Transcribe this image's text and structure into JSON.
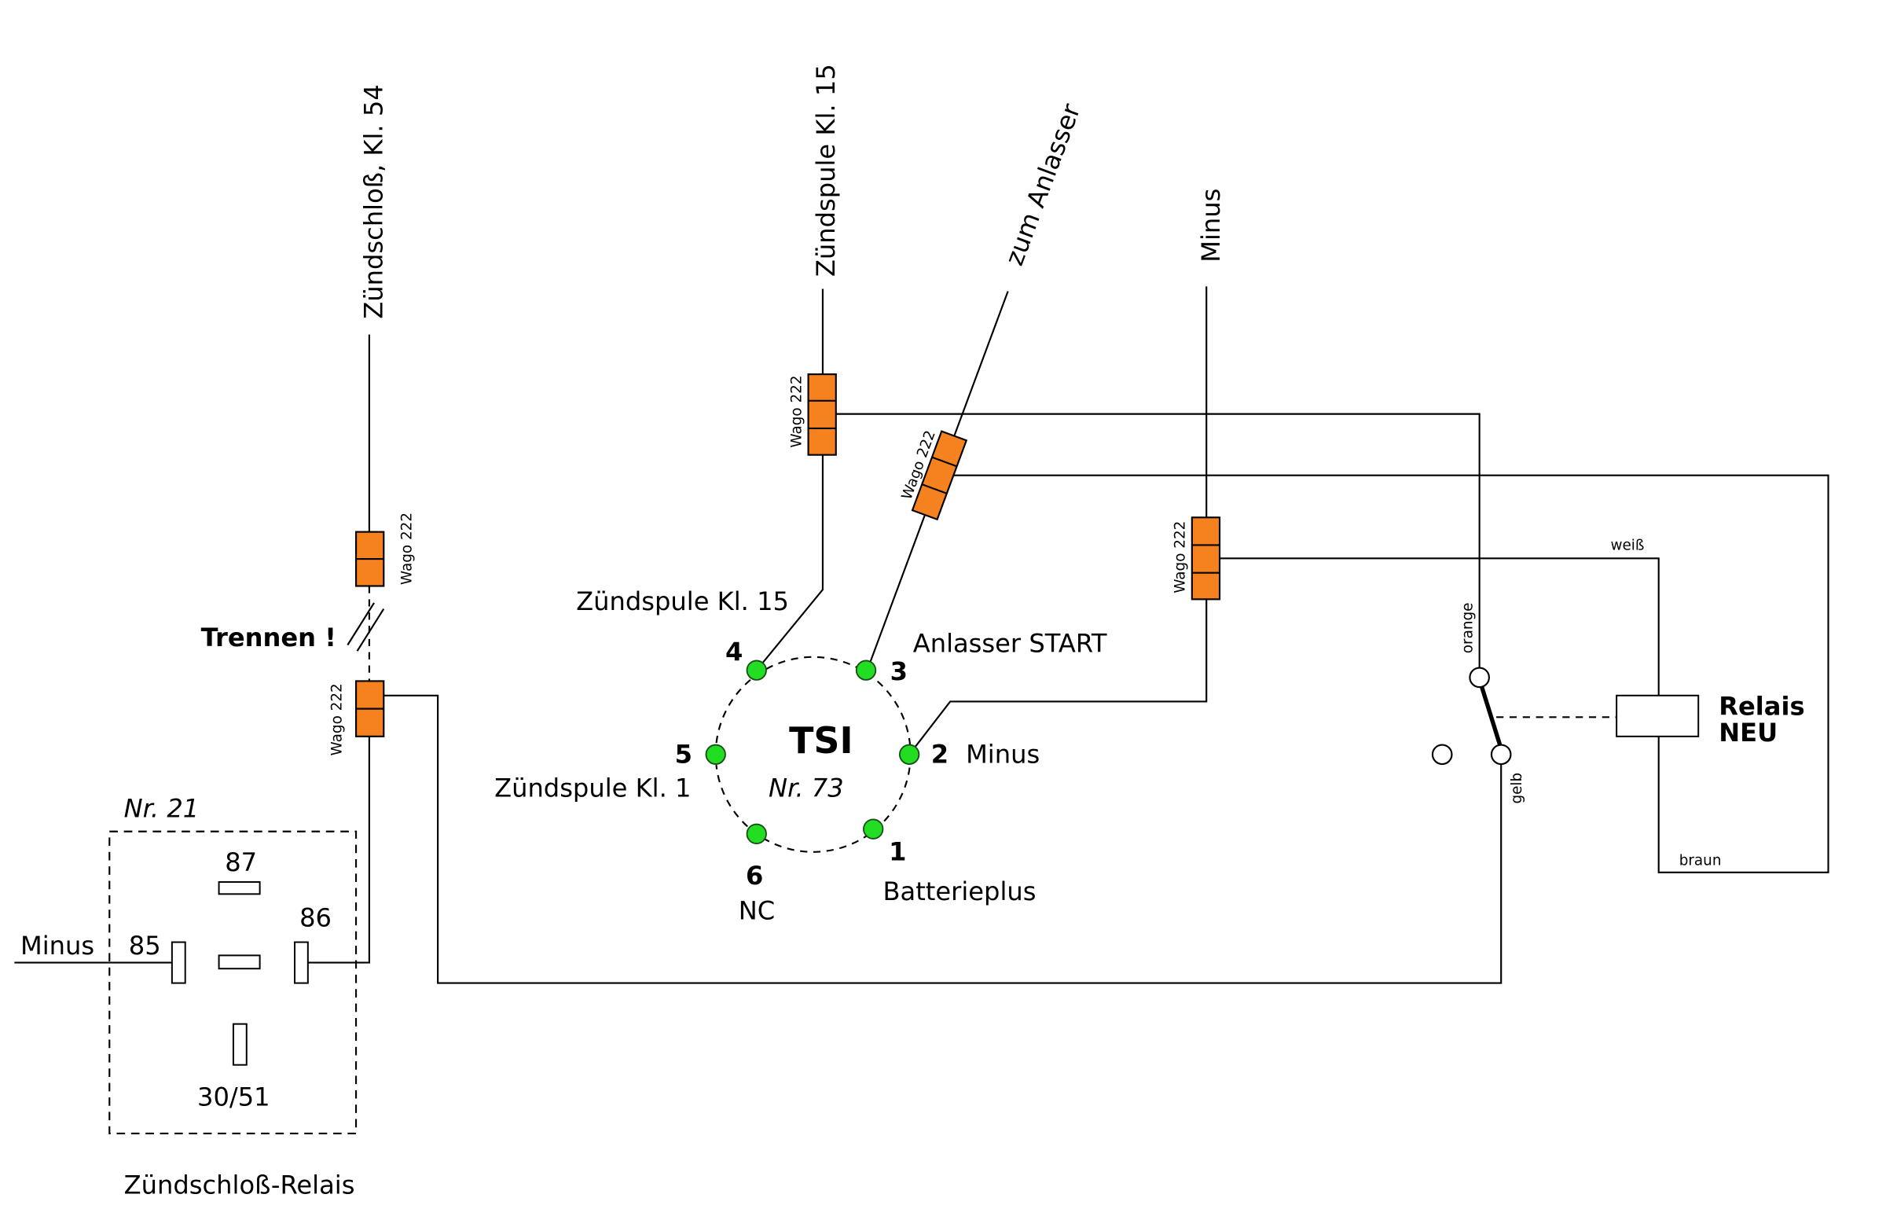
{
  "labels": {
    "ignition_switch_kl54": "Zündschloß, Kl. 54",
    "ignition_coil_kl15_top": "Zündspule Kl. 15",
    "to_starter": "zum Anlasser",
    "minus_top": "Minus",
    "separate": "Trennen !"
  },
  "connectors": [
    {
      "label": "Wago 222"
    },
    {
      "label": "Wago 222"
    },
    {
      "label": "Wago 222"
    },
    {
      "label": "Wago 222"
    },
    {
      "label": "Wago 222"
    }
  ],
  "tsi": {
    "name": "TSI",
    "number": "Nr. 73",
    "pins": [
      {
        "number": "1",
        "label": "Batterieplus"
      },
      {
        "number": "2",
        "label": "Minus"
      },
      {
        "number": "3",
        "label": "Anlasser START"
      },
      {
        "number": "4",
        "label": "Zündspule Kl. 15"
      },
      {
        "number": "5",
        "label": "Zündspule Kl. 1"
      },
      {
        "number": "6",
        "label": "NC"
      }
    ]
  },
  "relay_new": {
    "title": "Relais",
    "subtitle": "NEU",
    "wire_top": "weiß",
    "wire_bottom": "braun",
    "switch_common_wire": "orange",
    "switch_contact_wire": "gelb"
  },
  "ignition_relay": {
    "number": "Nr. 21",
    "caption": "Zündschloß-Relais",
    "input_label": "Minus",
    "terminals": [
      "87",
      "85",
      "86",
      "30/51"
    ]
  },
  "colors": {
    "connector": "#F5821F",
    "pin": "#22DD22"
  }
}
